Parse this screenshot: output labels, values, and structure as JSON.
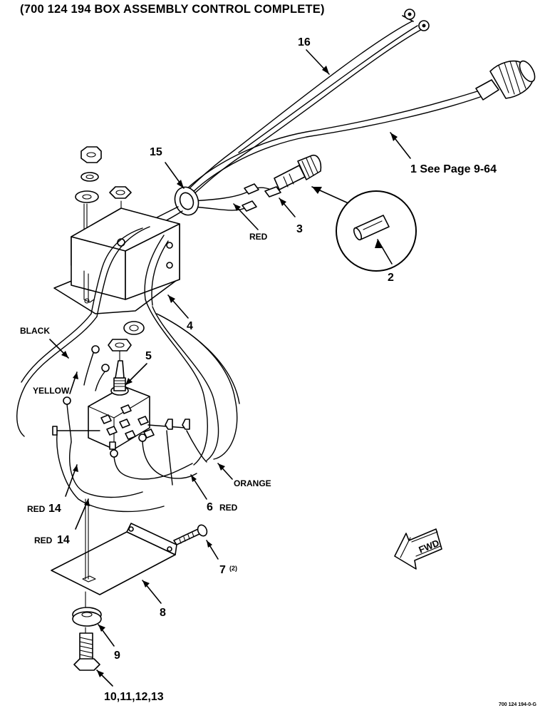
{
  "title": "(700 124 194 BOX ASSEMBLY CONTROL COMPLETE)",
  "drawing_code": "700 124 194-0-G",
  "callouts": {
    "c1": "1 See Page 9-64",
    "c2": "2",
    "c3": "3",
    "c4": "4",
    "c5": "5",
    "c6": "6",
    "c6_color": "RED",
    "c7": "7",
    "c7_qty": "(2)",
    "c8": "8",
    "c9": "9",
    "c10": "10,11,12,13",
    "c14a": "14",
    "c14a_color": "RED",
    "c14b": "14",
    "c14b_color": "RED",
    "c15": "15",
    "c16": "16"
  },
  "wire_labels": {
    "red_top": "RED",
    "black": "BLACK",
    "yellow": "YELLOW",
    "orange": "ORANGE"
  },
  "fwd_label": "FWD"
}
